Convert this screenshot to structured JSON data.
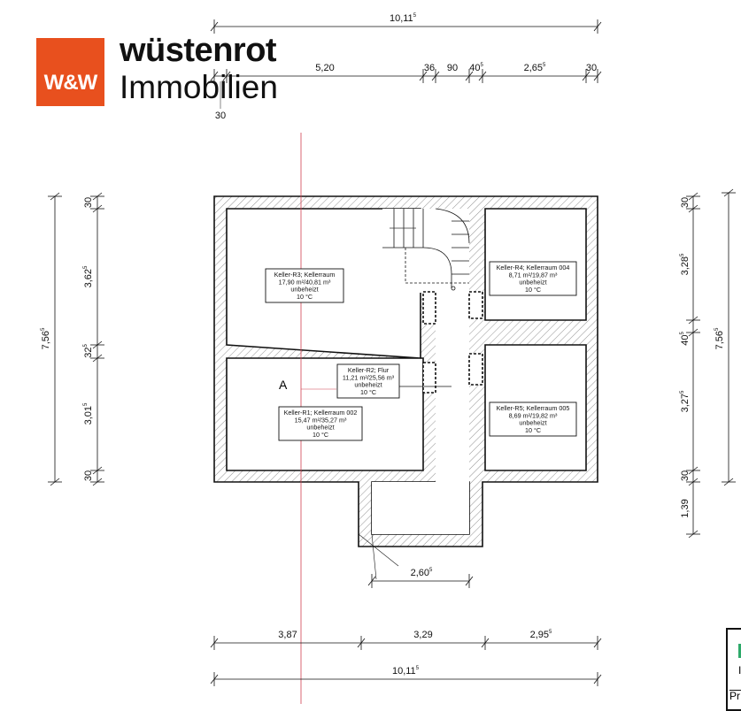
{
  "logo": {
    "mark": "W&W",
    "brand": "wüstenrot",
    "subbrand": "Immobilien",
    "color": "#e8501e"
  },
  "dimensions": {
    "top_total": {
      "main": "10,11",
      "sup": "5"
    },
    "top_segments": [
      {
        "main": "30",
        "sup": ""
      },
      {
        "main": "5,20",
        "sup": ""
      },
      {
        "main": "36",
        "sup": ""
      },
      {
        "main": "90",
        "sup": ""
      },
      {
        "main": "40",
        "sup": "5"
      },
      {
        "main": "2,65",
        "sup": "5"
      },
      {
        "main": "30",
        "sup": ""
      }
    ],
    "left_total": {
      "main": "7,56",
      "sup": "5"
    },
    "left_segments": [
      {
        "main": "30",
        "sup": ""
      },
      {
        "main": "3,62",
        "sup": "5"
      },
      {
        "main": "32",
        "sup": "5"
      },
      {
        "main": "3,01",
        "sup": "5"
      },
      {
        "main": "30",
        "sup": ""
      }
    ],
    "right_total": {
      "main": "7,56",
      "sup": "5"
    },
    "right_segments": [
      {
        "main": "30",
        "sup": ""
      },
      {
        "main": "3,28",
        "sup": "5"
      },
      {
        "main": "40",
        "sup": "5"
      },
      {
        "main": "3,27",
        "sup": "5"
      },
      {
        "main": "30",
        "sup": ""
      },
      {
        "main": "1,39",
        "sup": ""
      }
    ],
    "bottom_segments": [
      {
        "main": "3,87",
        "sup": ""
      },
      {
        "main": "3,29",
        "sup": ""
      },
      {
        "main": "2,95",
        "sup": "5"
      }
    ],
    "bottom_total": {
      "main": "10,11",
      "sup": "5"
    },
    "entry_width": {
      "main": "2,60",
      "sup": "5"
    }
  },
  "section_marker": "A",
  "rooms": [
    {
      "name": "Keller-R3; Kellerraum",
      "area": "17,90 m²/40,81 m³",
      "heating": "unbeheizt",
      "temp": "10 °C"
    },
    {
      "name": "Keller-R4; Kellerraum 004",
      "area": "8,71 m²/19,87 m³",
      "heating": "unbeheizt",
      "temp": "10 °C"
    },
    {
      "name": "Keller-R2; Flur",
      "area": "11,21 m²/25,56 m³",
      "heating": "unbeheizt",
      "temp": "10 °C"
    },
    {
      "name": "Keller-R1; Kellerraum 002",
      "area": "15,47 m²/35,27 m³",
      "heating": "unbeheizt",
      "temp": "10 °C"
    },
    {
      "name": "Keller-R5; Kellerraum 005",
      "area": "8,69 m²/19,82 m³",
      "heating": "unbeheizt",
      "temp": "10 °C"
    }
  ],
  "corner_box": {
    "line1": "I",
    "line2": "Pr"
  }
}
